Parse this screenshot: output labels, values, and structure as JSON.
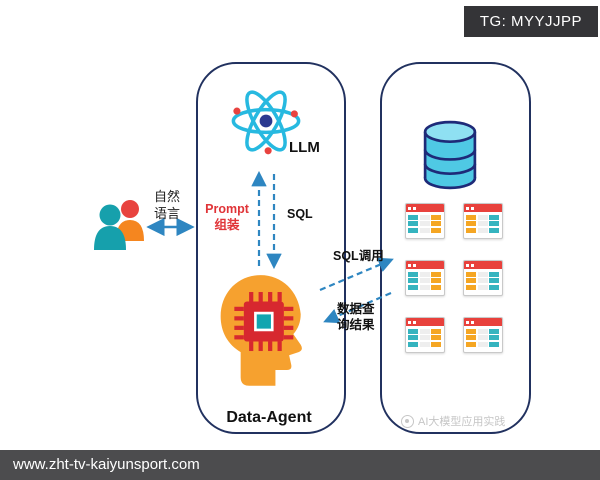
{
  "overlay": {
    "tg_badge": "TG: MYYJJPP",
    "url_bar": "www.zht-tv-kaiyunsport.com"
  },
  "diagram": {
    "natural_language_label": "自然\n语言",
    "llm_label": "LLM",
    "prompt_label": "Prompt\n组装",
    "sql_label": "SQL",
    "agent_label": "Data-Agent",
    "sql_call_label": "SQL调用",
    "query_result_label": "数据查\n询结果",
    "watermark": "AI大模型应用实践"
  },
  "colors": {
    "arrow_blue": "#2e86c1",
    "container_border": "#21315f",
    "prompt_red": "#e03438",
    "badge_bg": "#343437",
    "url_bar_bg": "#4c4c4e",
    "head_orange": "#f6a12f",
    "chip_red": "#d7282f",
    "person_teal": "#16a0ac",
    "person_orange": "#f5861f",
    "atom_cyan": "#27b9e0",
    "db_cyan": "#4fc9e4",
    "table_header_red": "#e8413c"
  }
}
